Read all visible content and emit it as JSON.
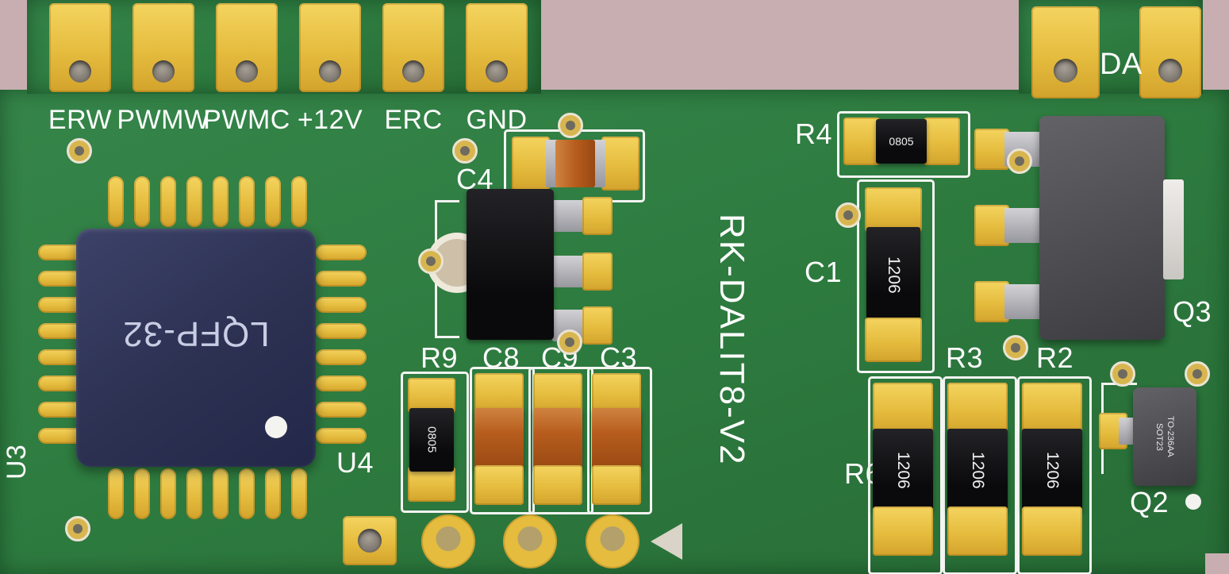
{
  "colors": {
    "background": "#c8aeb1",
    "board_green": "#2e7c40",
    "pad_gold": "#e5bc3e",
    "silkscreen": "#fdfdfd",
    "ic_body_navy": "#2c3152",
    "smd_black": "#0a0a0c",
    "capacitor_orange": "#b75d1e",
    "transistor_gray": "#4c4c51"
  },
  "header_pins": [
    {
      "label": "ERW"
    },
    {
      "label": "PWMW"
    },
    {
      "label": "PWMC"
    },
    {
      "label": "+12V"
    },
    {
      "label": "ERC"
    },
    {
      "label": "GND"
    }
  ],
  "da_pad_label": "DA",
  "silk_title": "RK-DALIT8-V2",
  "refs": {
    "u3": "U3",
    "u4": "U4",
    "c4": "C4",
    "r9": "R9",
    "c8": "C8",
    "c9": "C9",
    "c3": "C3",
    "r4": "R4",
    "c1": "C1",
    "q3": "Q3",
    "r3": "R3",
    "r2": "R2",
    "r6": "R6",
    "q2": "Q2"
  },
  "markings": {
    "u3_package": "LQFP-32",
    "r9": "0805",
    "r4": "0805",
    "c1": "1206",
    "r6": "1206",
    "r3": "1206",
    "r2": "1206",
    "q2_line1": "SOT23",
    "q2_line2": "TO-236AA"
  }
}
